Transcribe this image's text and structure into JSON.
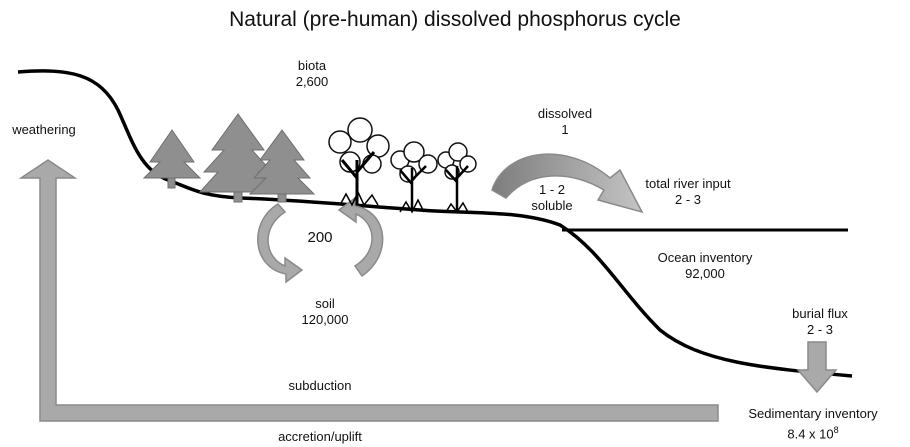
{
  "title": "Natural (pre-human) dissolved phosphorus cycle",
  "labels": {
    "biota": {
      "name": "biota",
      "value": "2,600"
    },
    "weathering": "weathering",
    "dissolved": {
      "name": "dissolved",
      "value": "1"
    },
    "soluble": {
      "value": "1 - 2",
      "name": "soluble"
    },
    "river_input": {
      "name": "total river input",
      "value": "2 - 3"
    },
    "soil_exchange": "200",
    "ocean": {
      "name": "Ocean inventory",
      "value": "92,000"
    },
    "soil": {
      "name": "soil",
      "value": "120,000"
    },
    "burial": {
      "name": "burial flux",
      "value": "2 - 3"
    },
    "subduction": "subduction",
    "sedimentary": {
      "name": "Sedimentary inventory",
      "base": "8.4 x 10",
      "exponent": "8"
    },
    "accretion": "accretion/uplift"
  },
  "colors": {
    "arrow_fill": "#a9a9a9",
    "arrow_stroke": "#8a8a8a",
    "tree": "#8f8f8f",
    "ground": "#000000"
  },
  "icons": [
    "conifer-tree-icon",
    "deciduous-tree-icon",
    "cycle-arrow-icon",
    "flow-arrow-icon"
  ]
}
